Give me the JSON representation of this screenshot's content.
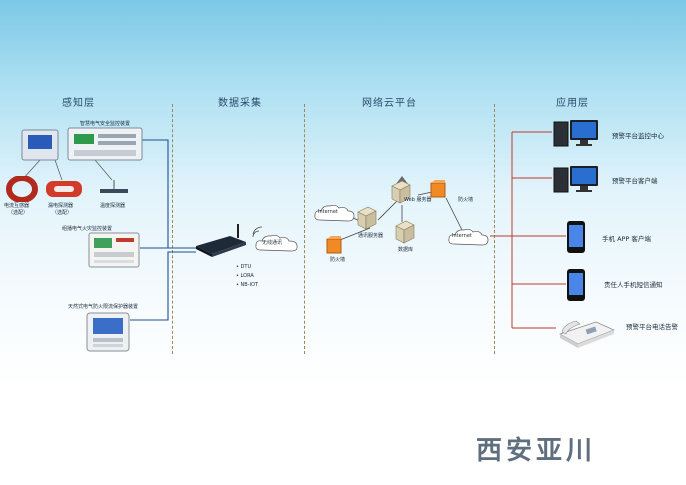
{
  "sections": {
    "perception": "感知层",
    "data_collection": "数据采集",
    "cloud": "网络云平台",
    "application": "应用层"
  },
  "perception": {
    "main_device": "智慧电气安全监控装置",
    "sensor_current": "电流互感器",
    "sensor_current_note": "（选配）",
    "sensor_leakage": "漏电探测器",
    "sensor_leakage_note": "（选配）",
    "sensor_temp": "温度探测器",
    "combo_device": "组播电气火灾监控装置",
    "protect_device": "天然式电气防火限流保护器装置"
  },
  "data_collection": {
    "cloud_label": "无线通讯",
    "methods": [
      "DTU",
      "LORA",
      "NB-IOT"
    ]
  },
  "cloud": {
    "internet_left": "Internet",
    "internet_right": "Internet",
    "firewall_left": "防火墙",
    "firewall_right": "防火墙",
    "comm_server": "通讯服务器",
    "web_server": "Web 服务器",
    "database": "数据库"
  },
  "application": {
    "items": [
      "预警平台监控中心",
      "预警平台客户端",
      "手机 APP 客户端",
      "责任人手机短信通知",
      "预警平台电话告警"
    ]
  },
  "watermark": "西安亚川",
  "colors": {
    "line_blue": "#1f4f8f",
    "line_red": "#c0392b",
    "firewall": "#f08a24"
  }
}
